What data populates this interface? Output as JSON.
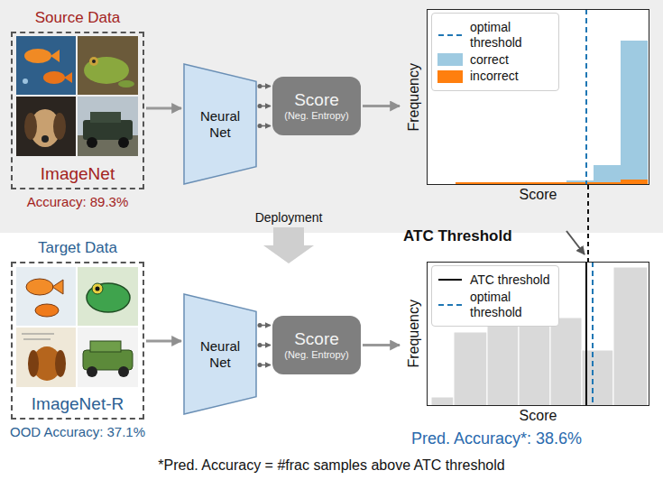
{
  "diagram": {
    "caption": "*Pred. Accuracy = #frac samples above ATC threshold",
    "nodes": [
      {
        "text": [
          "Source Data",
          "ImageNet",
          "Accuracy: 89.3%"
        ]
      },
      {
        "text": [
          "Neural Net"
        ]
      },
      {
        "text": [
          "Score",
          "(Neg. Entropy)"
        ]
      },
      {
        "text": [
          "Frequency",
          "Score"
        ]
      },
      {
        "text": [
          "Target Data",
          "ImageNet-R",
          "OOD Accuracy: 37.1%"
        ]
      },
      {
        "text": [
          "Neural Net"
        ]
      },
      {
        "text": [
          "Score",
          "(Neg. Entropy)"
        ]
      },
      {
        "text": [
          "Frequency",
          "Score"
        ]
      }
    ],
    "edges": [
      {
        "from": 0,
        "to": 1,
        "arrow": "to"
      },
      {
        "from": 1,
        "to": 2,
        "arrow": "to"
      },
      {
        "from": 2,
        "to": 3,
        "arrow": "to"
      },
      {
        "from": 4,
        "to": 5,
        "arrow": "to"
      },
      {
        "from": 5,
        "to": 6,
        "arrow": "to"
      },
      {
        "from": 6,
        "to": 7,
        "arrow": "to"
      }
    ],
    "labels": [
      "Deployment",
      "ATC Threshold",
      "Pred. Accuracy*: 38.6%"
    ],
    "legend": [
      {
        "text": "optimal threshold"
      },
      {
        "text": "correct",
        "color": "#9ecae1"
      },
      {
        "text": "incorrect",
        "color": "#ff7f0e"
      },
      {
        "text": "ATC threshold"
      },
      {
        "text": "optimal threshold"
      }
    ]
  }
}
